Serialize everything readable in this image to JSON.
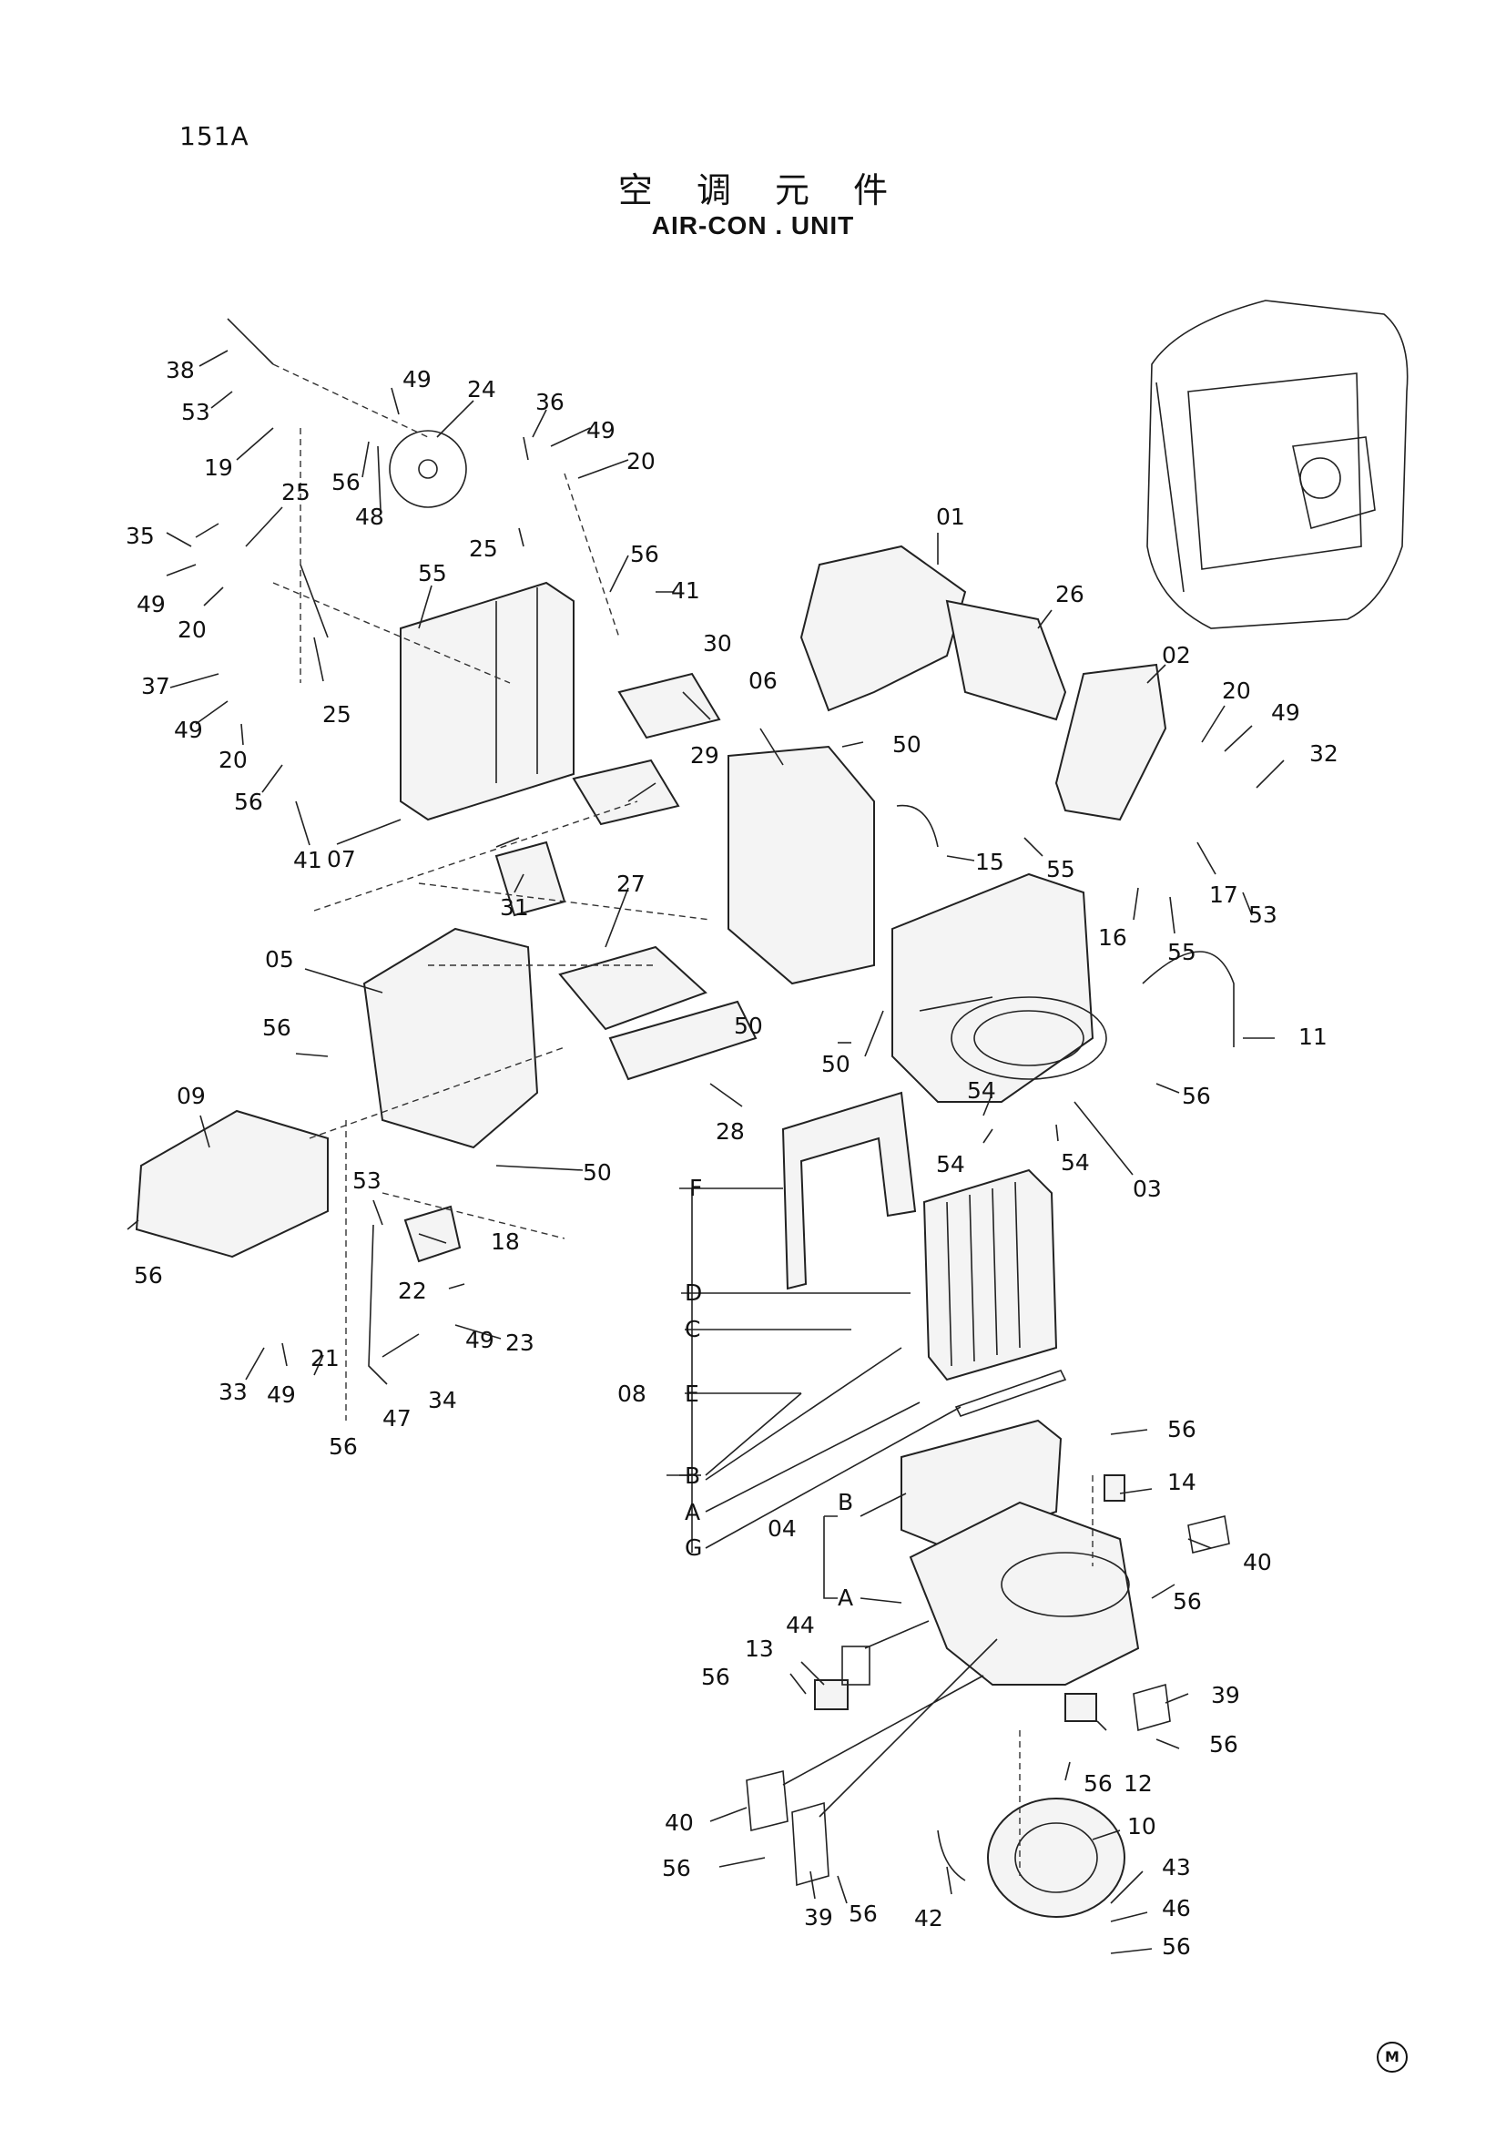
{
  "page": {
    "number": "151A",
    "mark": "M"
  },
  "title": {
    "chinese": "空 调 元 件",
    "english": "AIR-CON . UNIT"
  },
  "callouts": [
    "38",
    "53",
    "19",
    "49",
    "24",
    "56",
    "48",
    "36",
    "49",
    "20",
    "25",
    "35",
    "49",
    "20",
    "25",
    "55",
    "56",
    "41",
    "37",
    "49",
    "20",
    "25",
    "56",
    "41",
    "07",
    "30",
    "29",
    "31",
    "27",
    "05",
    "56",
    "09",
    "56",
    "53",
    "18",
    "22",
    "23",
    "33",
    "49",
    "21",
    "34",
    "49",
    "47",
    "56",
    "06",
    "50",
    "15",
    "50",
    "50",
    "28",
    "50",
    "01",
    "26",
    "02",
    "20",
    "49",
    "32",
    "55",
    "16",
    "55",
    "17",
    "53",
    "11",
    "54",
    "56",
    "54",
    "54",
    "03",
    "F",
    "D",
    "C",
    "08",
    "E",
    "B",
    "A",
    "G",
    "56",
    "14",
    "40",
    "04",
    "B",
    "A",
    "56",
    "44",
    "13",
    "56",
    "39",
    "56",
    "12",
    "56",
    "40",
    "56",
    "39",
    "56",
    "10",
    "42",
    "43",
    "46",
    "56"
  ]
}
